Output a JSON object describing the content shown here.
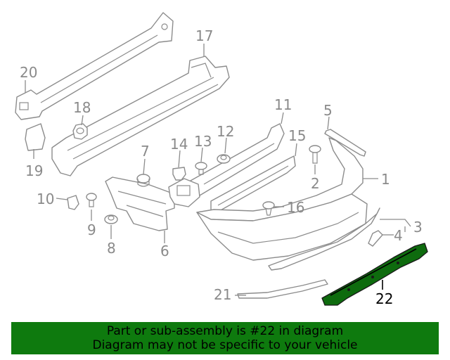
{
  "diagram": {
    "highlighted_part": "22",
    "labels": [
      "1",
      "2",
      "3",
      "4",
      "5",
      "6",
      "7",
      "8",
      "9",
      "10",
      "11",
      "12",
      "13",
      "14",
      "15",
      "16",
      "17",
      "18",
      "19",
      "20",
      "21",
      "22"
    ]
  },
  "banner": {
    "line1": "Part or sub-assembly is #22 in diagram",
    "line2": "Diagram may not be specific to your vehicle"
  },
  "colors": {
    "banner_background": "#0e7a0e",
    "highlight_part": "#0e6b0e",
    "line_gray": "#8c8c8c",
    "text": "#000000"
  }
}
